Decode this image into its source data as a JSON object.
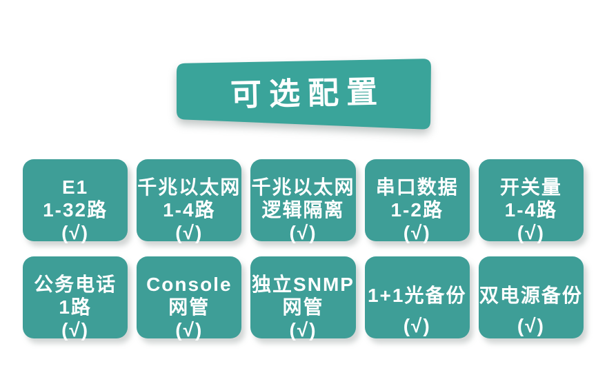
{
  "page": {
    "background": "#ffffff"
  },
  "colors": {
    "banner_teal": "#3aa49a",
    "card_teal": "#3e9e97",
    "text_white": "#ffffff"
  },
  "banner": {
    "title": "可选配置"
  },
  "rows": [
    {
      "cards": [
        {
          "lines": [
            "E1",
            "1-32路",
            "(√)"
          ]
        },
        {
          "lines": [
            "千兆以太网",
            "1-4路",
            "(√)"
          ]
        },
        {
          "lines": [
            "千兆以太网",
            "逻辑隔离",
            "(√)"
          ]
        },
        {
          "lines": [
            "串口数据",
            "1-2路",
            "(√)"
          ]
        },
        {
          "lines": [
            "开关量",
            "1-4路",
            "(√)"
          ]
        }
      ]
    },
    {
      "cards": [
        {
          "lines": [
            "公务电话",
            "1路",
            "(√)"
          ]
        },
        {
          "lines": [
            "Console",
            "网管",
            "(√)"
          ]
        },
        {
          "lines": [
            "独立SNMP",
            "网管",
            "(√)"
          ]
        },
        {
          "lines": [
            "1+1光备份",
            "(√)"
          ]
        },
        {
          "lines": [
            "双电源备份",
            "(√)"
          ]
        }
      ]
    }
  ]
}
